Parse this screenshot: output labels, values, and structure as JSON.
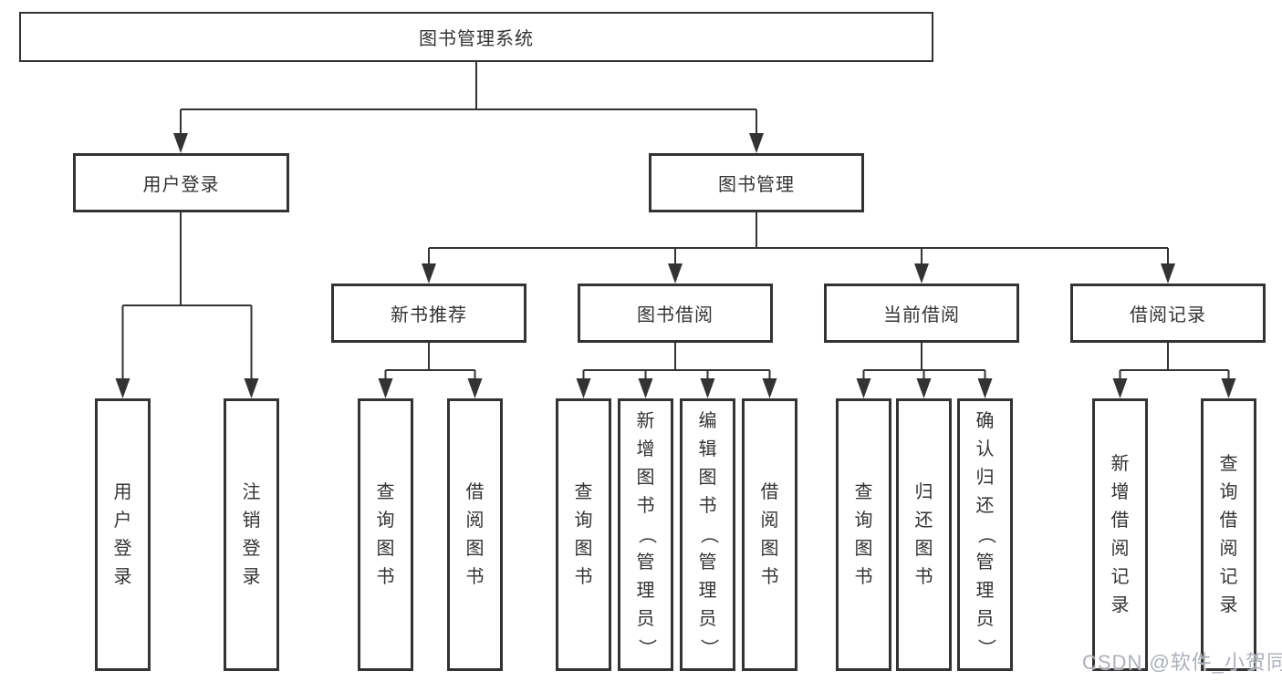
{
  "tree": {
    "label": "图书管理系统",
    "children": [
      {
        "label": "用户登录",
        "children": [
          {
            "label": "用户登录"
          },
          {
            "label": "注销登录"
          }
        ]
      },
      {
        "label": "图书管理",
        "children": [
          {
            "label": "新书推荐",
            "children": [
              {
                "label": "查询图书"
              },
              {
                "label": "借阅图书"
              }
            ]
          },
          {
            "label": "图书借阅",
            "children": [
              {
                "label": "查询图书"
              },
              {
                "label": "新增图书（管理员）"
              },
              {
                "label": "编辑图书（管理员）"
              },
              {
                "label": "借阅图书"
              }
            ]
          },
          {
            "label": "当前借阅",
            "children": [
              {
                "label": "查询图书"
              },
              {
                "label": "归还图书"
              },
              {
                "label": "确认归还（管理员）"
              }
            ]
          },
          {
            "label": "借阅记录",
            "children": [
              {
                "label": "新增借阅记录"
              },
              {
                "label": "查询借阅记录"
              }
            ]
          }
        ]
      }
    ]
  },
  "watermark": "CSDN @软件_小贺同学",
  "colors": {
    "line": "#333333",
    "box_background": "#ffffff",
    "text": "#333333",
    "watermark": "#a0a5ae"
  }
}
